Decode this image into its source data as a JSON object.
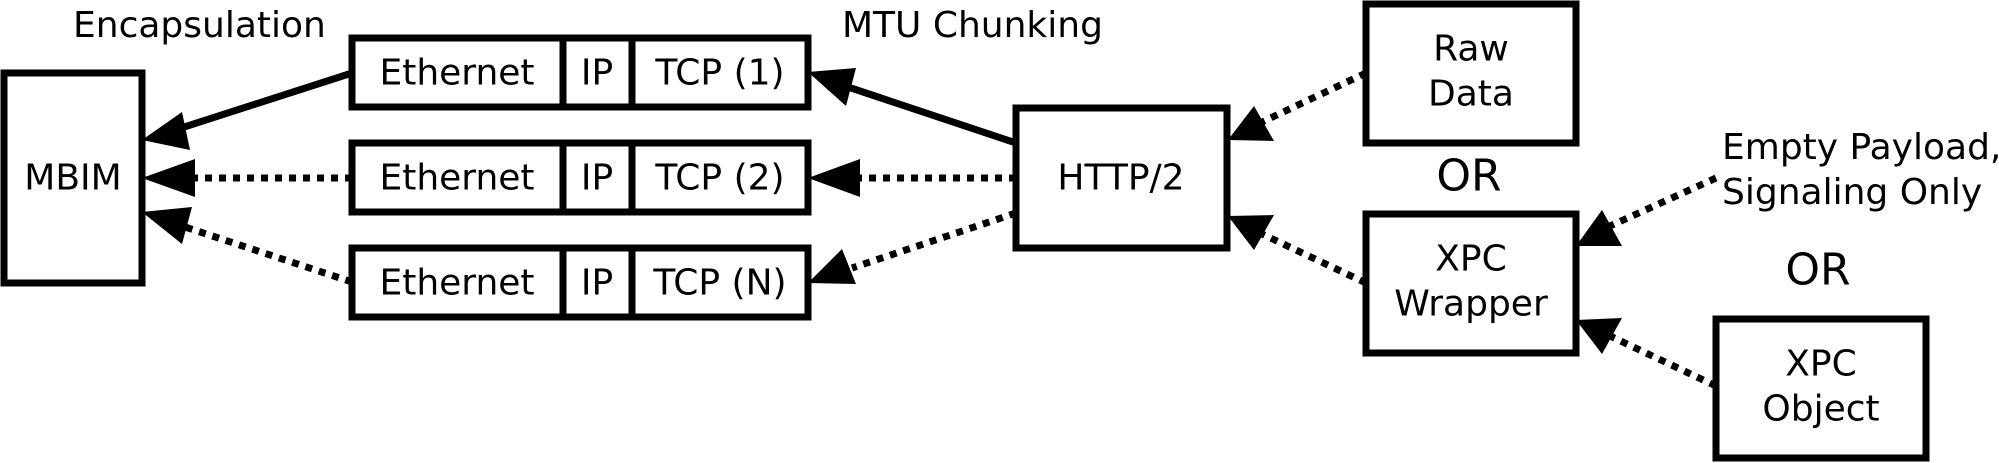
{
  "labels": {
    "encapsulation": "Encapsulation",
    "mtu_chunking": "MTU Chunking",
    "or_top": "OR",
    "or_bottom": "OR",
    "empty_payload_line1": "Empty Payload,",
    "empty_payload_line2": "Signaling Only"
  },
  "nodes": {
    "mbim": "MBIM",
    "http2": "HTTP/2",
    "raw_data_line1": "Raw",
    "raw_data_line2": "Data",
    "xpc_wrapper_line1": "XPC",
    "xpc_wrapper_line2": "Wrapper",
    "xpc_object_line1": "XPC",
    "xpc_object_line2": "Object"
  },
  "packets": [
    {
      "ethernet": "Ethernet",
      "ip": "IP",
      "tcp": "TCP (1)"
    },
    {
      "ethernet": "Ethernet",
      "ip": "IP",
      "tcp": "TCP (2)"
    },
    {
      "ethernet": "Ethernet",
      "ip": "IP",
      "tcp": "TCP (N)"
    }
  ]
}
